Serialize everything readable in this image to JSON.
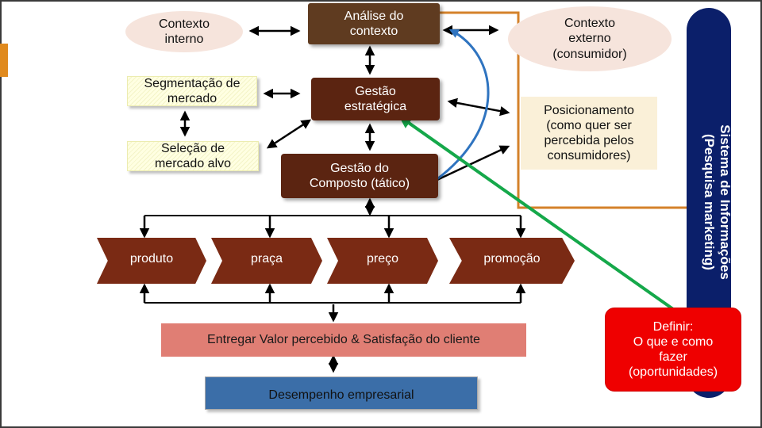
{
  "nodes": {
    "contexto_interno": "Contexto\ninterno",
    "analise_contexto": "Análise do\ncontexto",
    "contexto_externo": "Contexto\nexterno\n(consumidor)",
    "segmentacao": "Segmentação de\nmercado",
    "gestao_estrategica": "Gestão\nestratégica",
    "posicionamento": "Posicionamento\n(como quer ser\npercebida pelos\nconsumidores)",
    "selecao": "Seleção de\nmercado alvo",
    "gestao_composto": "Gestão do\nComposto (tático)",
    "produto": "produto",
    "praca": "praça",
    "preco": "preço",
    "promocao": "promoção",
    "entregar_valor": "Entregar Valor percebido & Satisfação do cliente",
    "desempenho": "Desempenho empresarial",
    "sistema_informacoes": "Sistema de Informações\n(Pesquisa marketing)",
    "definir": "Definir:\nO que e como\nfazer\n(oportunidades)"
  },
  "colors": {
    "feedback_orange": "#d4822a",
    "feedback_blue": "#2f74c0",
    "feedback_green": "#15a84a",
    "mix_box": "#7a2a14",
    "strategy_box": "#5b2411",
    "value_box": "#e07e74",
    "performance_box": "#3b6ea8",
    "info_system": "#0b1f6a",
    "callout": "#ef0000"
  }
}
